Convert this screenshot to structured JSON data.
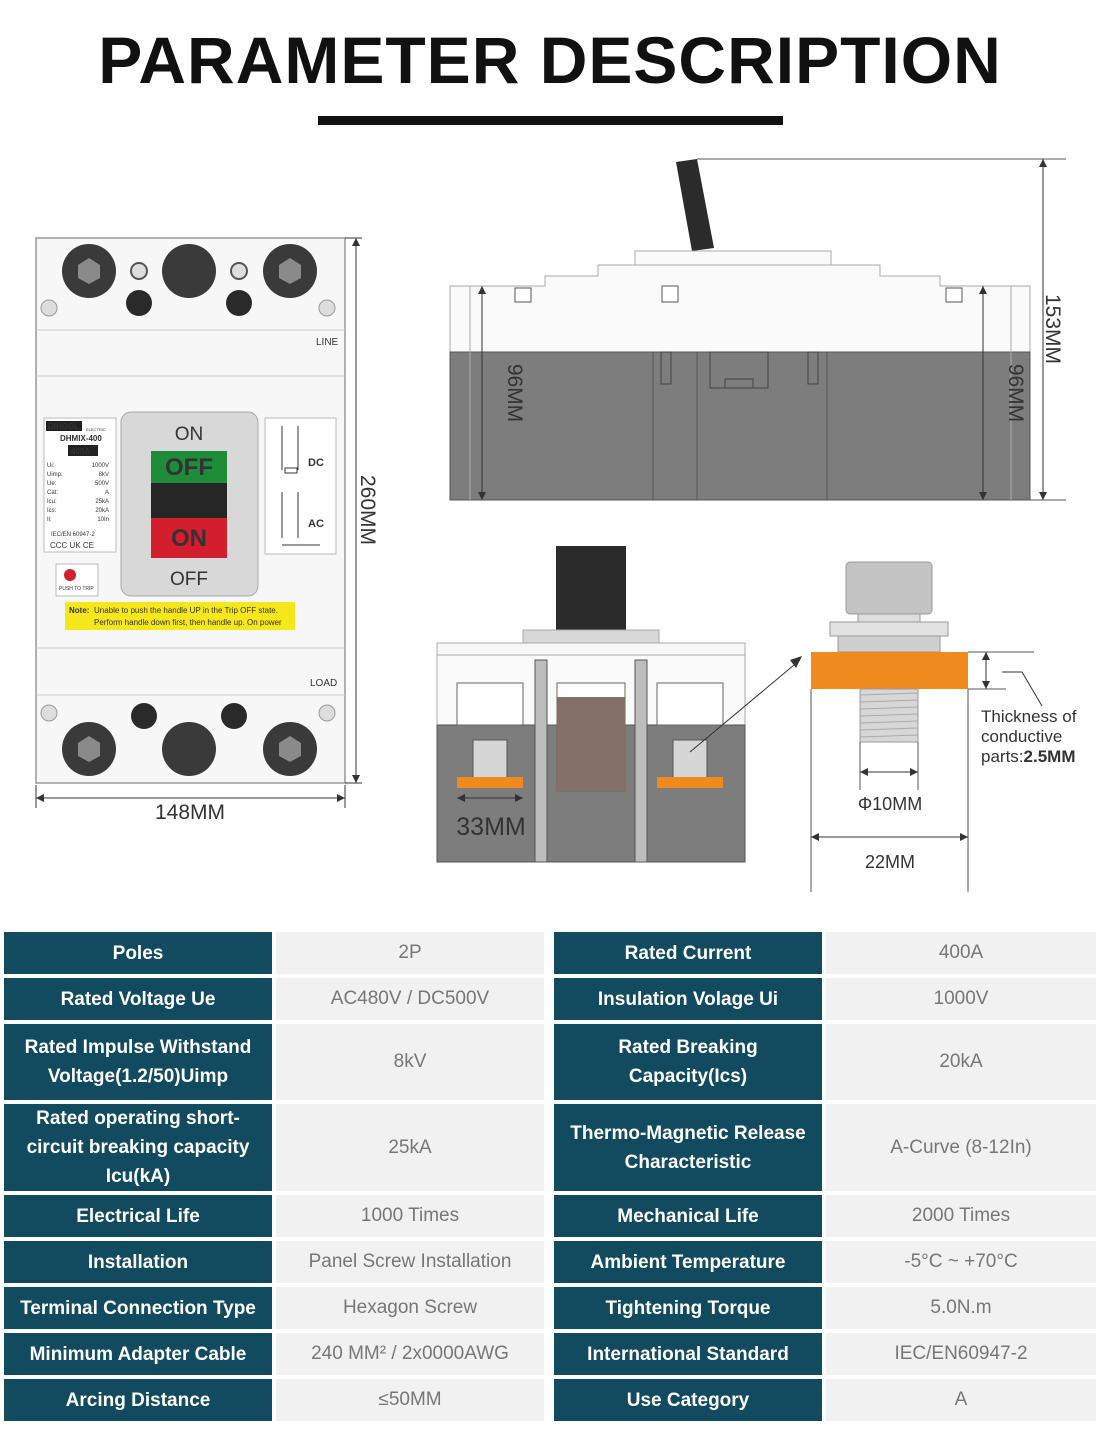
{
  "title": "PARAMETER DESCRIPTION",
  "colors": {
    "header_cell": "#124a60",
    "value_cell": "#f1f1f1",
    "accent_orange": "#ef8a1f",
    "device_body": "#7d7d7d"
  },
  "front_view": {
    "brand": "DIHOOL",
    "brand_sub": "ELECTRIC",
    "model": "DHMIX-400",
    "rating": "400A",
    "specs": [
      {
        "k": "Ui:",
        "v": "1000V"
      },
      {
        "k": "Uimp:",
        "v": "8kV"
      },
      {
        "k": "Ue:",
        "v": "500V"
      },
      {
        "k": "Cat:",
        "v": "A"
      },
      {
        "k": "Icu:",
        "v": "25kA"
      },
      {
        "k": "Ics:",
        "v": "20kA"
      },
      {
        "k": "Ii:",
        "v": "10In"
      }
    ],
    "standard": "IEC/EN 60947-2",
    "handle_top": "ON",
    "handle_off": "OFF",
    "handle_on": "ON",
    "handle_bottom": "OFF",
    "line_label": "LINE",
    "load_label": "LOAD",
    "dc_label": "DC",
    "ac_label": "AC",
    "push_to_trip": "PUSH TO TRIP",
    "note_label": "Note:",
    "note_line1": "Unable to push the handle UP in the Trip OFF state.",
    "note_line2": "Perform handle down first, then handle up. On power",
    "width_dim": "148MM",
    "height_dim": "260MM"
  },
  "side_view": {
    "left_dim": "96MM",
    "right_dim": "96MM",
    "total_dim": "153MM"
  },
  "terminal_view": {
    "width_dim": "33MM",
    "bolt_dim": "Φ10MM",
    "plate_dim": "22MM",
    "thickness_label": "Thickness of",
    "thickness_label2": "conductive",
    "thickness_label3": "parts:",
    "thickness_value": "2.5MM"
  },
  "params": [
    {
      "l1": "Poles",
      "v1": "2P",
      "l2": "Rated Current",
      "v2": "400A"
    },
    {
      "l1": "Rated Voltage Ue",
      "v1": "AC480V / DC500V",
      "l2": "Insulation Volage Ui",
      "v2": "1000V"
    },
    {
      "l1": "Rated Impulse Withstand Voltage(1.2/50)Uimp",
      "v1": "8kV",
      "l2": "Rated Breaking Capacity(Ics)",
      "v2": "20kA"
    },
    {
      "l1": "Rated operating short-circuit breaking capacity Icu(kA)",
      "v1": "25kA",
      "l2": "Thermo-Magnetic Release Characteristic",
      "v2": "A-Curve (8-12In)"
    },
    {
      "l1": "Electrical Life",
      "v1": "1000 Times",
      "l2": "Mechanical Life",
      "v2": "2000 Times"
    },
    {
      "l1": "Installation",
      "v1": "Panel Screw Installation",
      "l2": "Ambient Temperature",
      "v2": "-5°C ~ +70°C"
    },
    {
      "l1": "Terminal Connection Type",
      "v1": "Hexagon Screw",
      "l2": "Tightening Torque",
      "v2": "5.0N.m"
    },
    {
      "l1": "Minimum Adapter Cable",
      "v1": "240 MM² / 2x0000AWG",
      "l2": "International Standard",
      "v2": "IEC/EN60947-2"
    },
    {
      "l1": "Arcing Distance",
      "v1": "≤50MM",
      "l2": "Use Category",
      "v2": "A"
    }
  ]
}
